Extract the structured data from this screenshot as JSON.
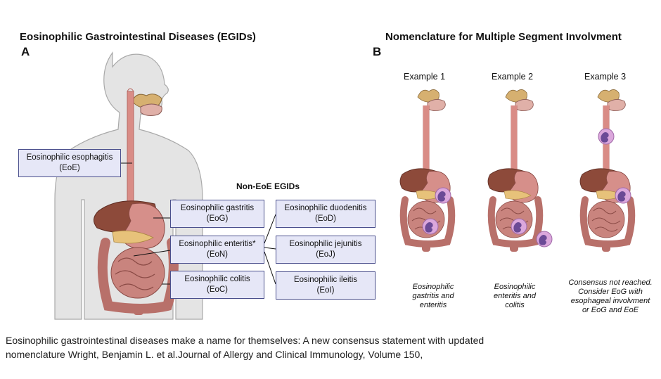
{
  "panel_a": {
    "title": "Eosinophilic Gastrointestinal Diseases (EGIDs)",
    "letter": "A",
    "eoe_box": {
      "line1": "Eosinophilic esophagitis",
      "line2": "(EoE)"
    },
    "non_eoe_header": "Non-EoE EGIDs",
    "left_boxes": [
      {
        "line1": "Eosinophilic gastritis",
        "line2": "(EoG)"
      },
      {
        "line1": "Eosinophilic enteritis*",
        "line2": "(EoN)"
      },
      {
        "line1": "Eosinophilic colitis",
        "line2": "(EoC)"
      }
    ],
    "right_boxes": [
      {
        "line1": "Eosinophilic duodenitis",
        "line2": "(EoD)"
      },
      {
        "line1": "Eosinophilic jejunitis",
        "line2": "(EoJ)"
      },
      {
        "line1": "Eosinophilic ileitis",
        "line2": "(EoI)"
      }
    ]
  },
  "panel_b": {
    "title": "Nomenclature for Multiple Segment Involvment",
    "letter": "B",
    "examples": [
      {
        "label": "Example 1",
        "caption": [
          "Eosinophilic",
          "gastritis and",
          "enteritis"
        ]
      },
      {
        "label": "Example 2",
        "caption": [
          "Eosinophilic",
          "enteritis and",
          "colitis"
        ]
      },
      {
        "label": "Example 3",
        "caption": [
          "Consensus not reached.",
          "Consider  EoG with",
          "esophageal involvment",
          "or EoG and EoE"
        ]
      }
    ]
  },
  "citation": {
    "line1": "Eosinophilic gastrointestinal diseases make a name for themselves: A new consensus statement with updated",
    "line2": "nomenclature Wright, Benjamin L. et al.Journal of Allergy and Clinical Immunology, Volume 150,"
  },
  "colors": {
    "box_fill": "#e6e7f7",
    "box_border": "#4a4f8c",
    "body_fill": "#e4e4e4",
    "body_stroke": "#a9a9a9",
    "esophagus": "#d98c86",
    "liver": "#8d4a3a",
    "stomach": "#d68f8a",
    "intestine": "#c9847e",
    "pancreas": "#e7c27a",
    "cell": "#dba7dc",
    "nucleus": "#6b4a96"
  }
}
